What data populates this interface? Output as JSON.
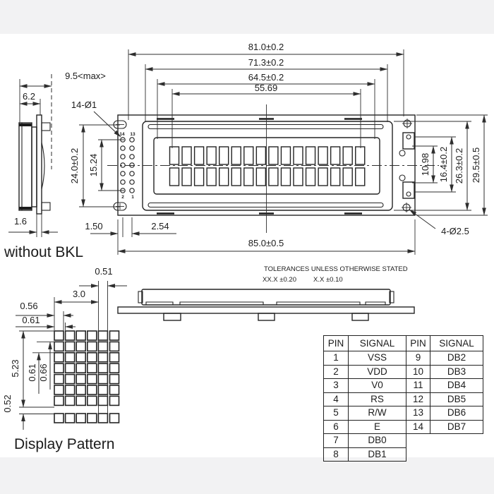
{
  "page": {
    "background": "#ffffff",
    "letterbox_band": "#f2f2f3",
    "ink": "#1c1c1c"
  },
  "side_view": {
    "dim_module_depth": "6.2",
    "dim_max_depth": "9.5<max>",
    "dim_pcb_thickness": "1.6",
    "caption": "without BKL"
  },
  "front_view": {
    "dim_hole_span_h": "81.0±0.2",
    "dim_bezel_width": "71.3±0.2",
    "dim_window_width": "64.5±0.2",
    "dim_active_width": "55.69",
    "dim_pcb_width": "85.0±0.5",
    "dim_pin_offset": "1.50",
    "dim_pin_pitch": "2.54",
    "dim_pin_span": "15.24",
    "dim_hole_span_v": "24.0±0.2",
    "dim_active_height": "10.98",
    "dim_window_height": "16.4±0.2",
    "dim_bezel_height": "26.3±0.2",
    "dim_pcb_height": "29.5±0.5",
    "note_pin_holes": "14-Ø1",
    "note_mount_holes": "4-Ø2.5",
    "pin_label_14": "14",
    "pin_label_13": "13",
    "pin_label_2": "2",
    "pin_label_1": "1"
  },
  "tolerance_note": {
    "line1": "TOLERANCES UNLESS OTHERWISE STATED",
    "xx": "XX.X ±0.20",
    "x": "X.X ±0.10"
  },
  "display_pattern": {
    "caption": "Display Pattern",
    "dim_char_gap": "0.51",
    "dim_char_width": "3.0",
    "dim_dot_width": "0.56",
    "dim_dot_pitch_h": "0.61",
    "dim_char_height": "5.23",
    "dim_dot_height": "0.61",
    "dim_dot_pitch_v": "0.66",
    "dim_cursor_gap": "0.52"
  },
  "pin_table": {
    "col_pin": "PIN",
    "col_signal": "SIGNAL",
    "left_rows": [
      {
        "pin": "1",
        "signal": "VSS"
      },
      {
        "pin": "2",
        "signal": "VDD"
      },
      {
        "pin": "3",
        "signal": "V0"
      },
      {
        "pin": "4",
        "signal": "RS"
      },
      {
        "pin": "5",
        "signal": "R/W"
      },
      {
        "pin": "6",
        "signal": "E"
      },
      {
        "pin": "7",
        "signal": "DB0"
      },
      {
        "pin": "8",
        "signal": "DB1"
      }
    ],
    "right_rows": [
      {
        "pin": "9",
        "signal": "DB2"
      },
      {
        "pin": "10",
        "signal": "DB3"
      },
      {
        "pin": "11",
        "signal": "DB4"
      },
      {
        "pin": "12",
        "signal": "DB5"
      },
      {
        "pin": "13",
        "signal": "DB6"
      },
      {
        "pin": "14",
        "signal": "DB7"
      }
    ]
  }
}
